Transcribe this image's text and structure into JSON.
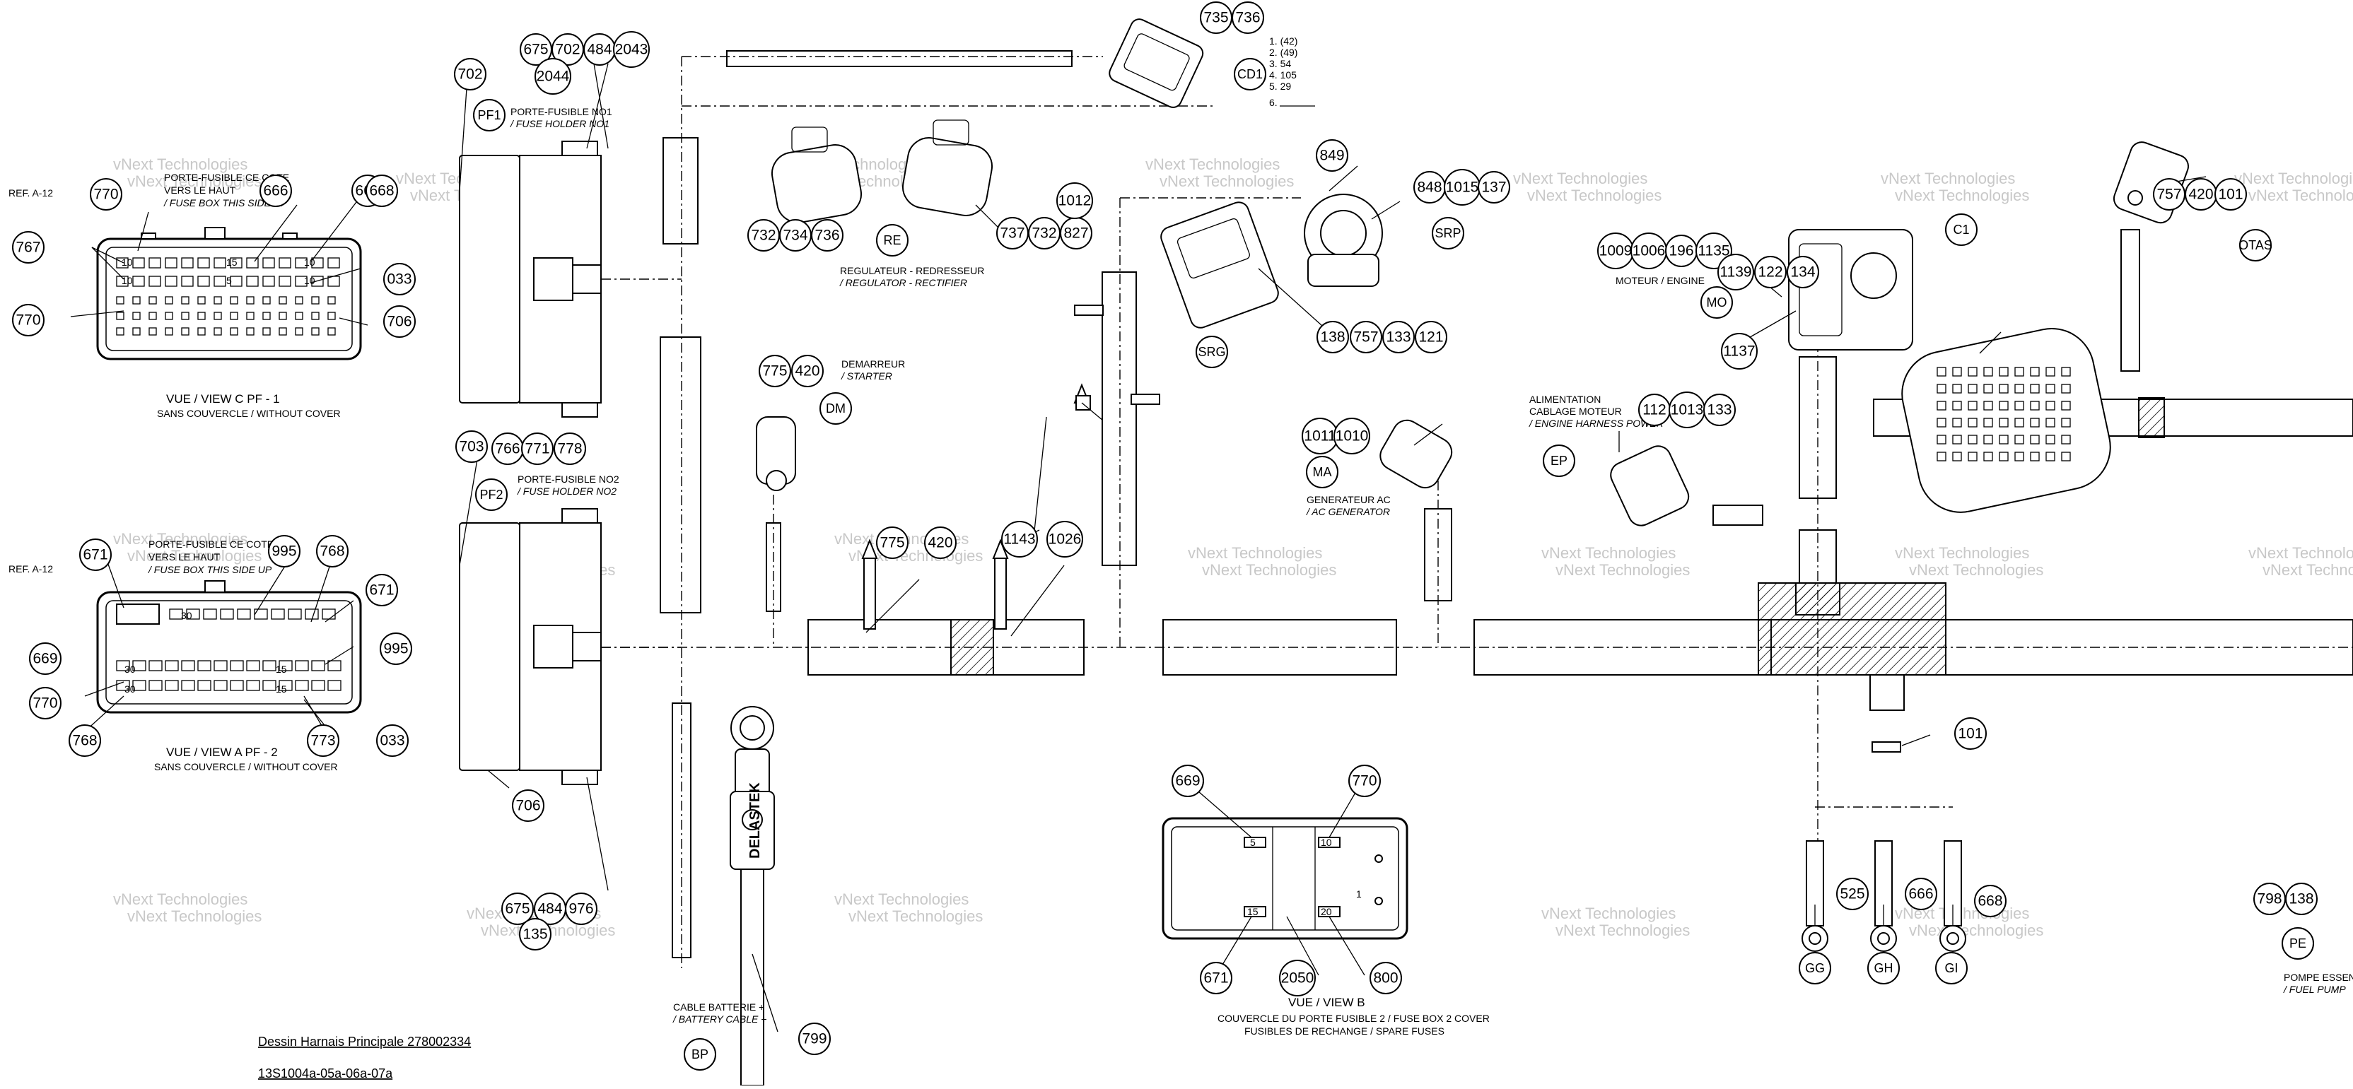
{
  "watermark": "vNext Technologies",
  "callouts": [
    "770",
    "668",
    "666",
    "668",
    "767",
    "770",
    "033",
    "706",
    "675",
    "702",
    "484",
    "2043",
    "2044",
    "702",
    "703",
    "766",
    "771",
    "778",
    "671",
    "995",
    "768",
    "671",
    "995",
    "669",
    "770",
    "768",
    "773",
    "033",
    "706",
    "675",
    "484",
    "976",
    "135",
    "735",
    "736",
    "732",
    "734",
    "736",
    "737",
    "732",
    "827",
    "1012",
    "775",
    "420",
    "775",
    "420",
    "1143",
    "1026",
    "849",
    "848",
    "1015",
    "137",
    "138",
    "757",
    "133",
    "121",
    "1011",
    "1010",
    "1009",
    "1006",
    "196",
    "1135",
    "1137",
    "1139",
    "122",
    "134",
    "112",
    "1013",
    "133",
    "757",
    "420",
    "101",
    "101",
    "525",
    "666",
    "668",
    "669",
    "770",
    "671",
    "2050",
    "800",
    "799",
    "798",
    "138"
  ],
  "codes": [
    "PF1",
    "PF2",
    "RE",
    "DM",
    "SRG",
    "SRP",
    "CD1",
    "MA",
    "MO",
    "EP",
    "C1",
    "OTAS",
    "GG",
    "GH",
    "GI",
    "PE",
    "BP"
  ],
  "labels": {
    "ref_a12_1": "REF. A-12",
    "ref_a12_2": "REF. A-12",
    "pf1_fr": "PORTE-FUSIBLE NO1",
    "pf1_en": "/ FUSE HOLDER NO1",
    "pf2_fr": "PORTE-FUSIBLE NO2",
    "pf2_en": "/ FUSE HOLDER NO2",
    "side_fr_1": "PORTE-FUSIBLE CE COTE",
    "side_fr_2": "VERS LE HAUT",
    "side_en": "/ FUSE BOX THIS SIDE UP",
    "view_c": "VUE / VIEW C      PF - 1",
    "view_c_sub": "SANS COUVERCLE / WITHOUT COVER",
    "view_a": "VUE / VIEW A      PF - 2",
    "view_a_sub": "SANS COUVERCLE / WITHOUT COVER",
    "re_fr": "REGULATEUR - REDRESSEUR",
    "re_en": "/ REGULATOR - RECTIFIER",
    "dm_fr": "DEMARREUR",
    "dm_en": "/ STARTER",
    "ma_fr": "GENERATEUR AC",
    "ma_en": "/ AC GENERATOR",
    "mo_fr": "MOTEUR / ENGINE",
    "ep_fr1": "ALIMENTATION",
    "ep_fr2": "CABLAGE MOTEUR",
    "ep_en": "/ ENGINE HARNESS POWER",
    "view_b": "VUE / VIEW B",
    "view_b_fr": "COUVERCLE DU PORTE FUSIBLE 2 / FUSE BOX 2 COVER",
    "view_b_fr2": "FUSIBLES DE RECHANGE / SPARE FUSES",
    "bp_fr": "CABLE BATTERIE +",
    "bp_en": "/ BATTERY CABLE +",
    "pe_fr": "POMPE ESSENCE",
    "pe_en": "/ FUEL PUMP",
    "title": "Dessin Harnais Principale 278002334",
    "drawing_no": "13S1004a-05a-06a-07a",
    "delastek": "DELASTEK",
    "cd1_list": [
      "1. (42)",
      "2. (49)",
      "3. 54",
      "4. 105",
      "5. 29",
      "6."
    ],
    "fuse_10": "10",
    "fuse_15": "15",
    "fuse_5": "5",
    "fuse_20": "20",
    "fuse_30": "30",
    "fuse_1": "1"
  }
}
